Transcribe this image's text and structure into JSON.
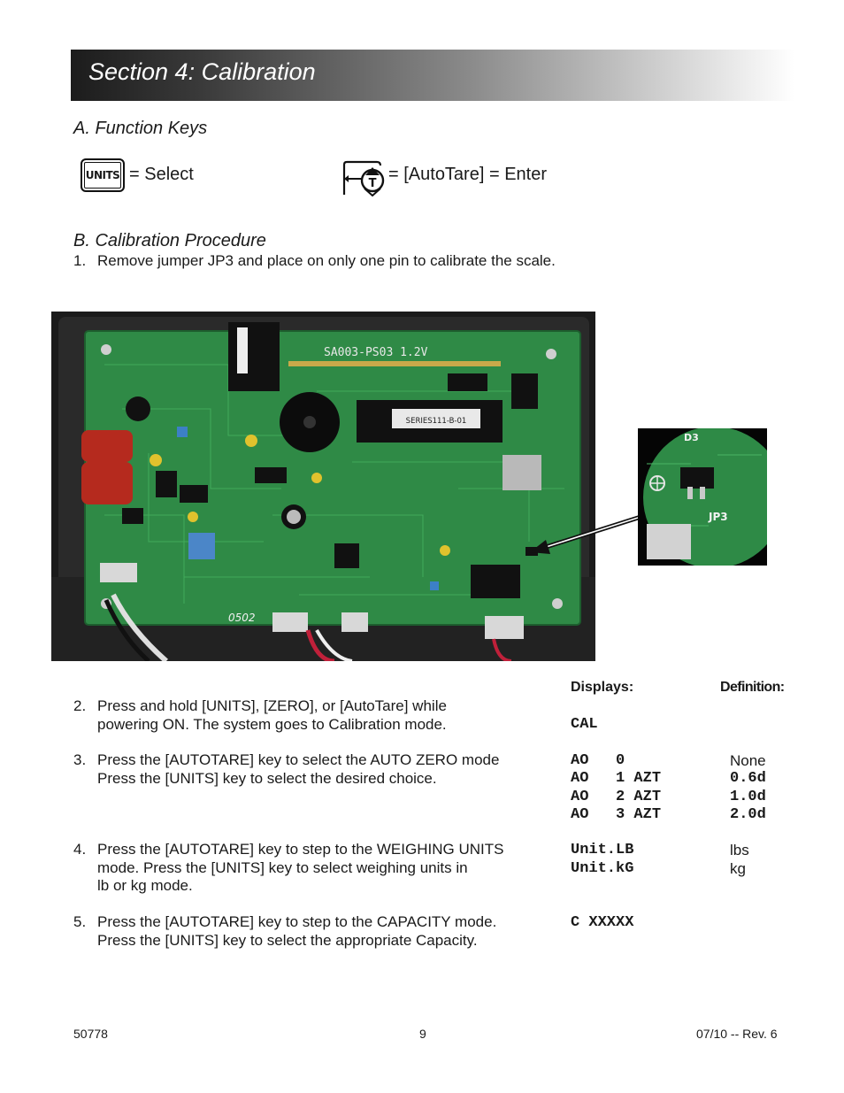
{
  "header": {
    "section_title": "Section 4:  Calibration"
  },
  "function_keys": {
    "heading": "A. Function Keys",
    "units_key_label": "UNITS",
    "units_text": "= Select",
    "autotare_text": "= [AutoTare] = Enter"
  },
  "procedure": {
    "heading": "B. Calibration Procedure",
    "step1": {
      "number": "1.",
      "text": "Remove jumper JP3 and place on only one pin to calibrate the scale."
    }
  },
  "figure": {
    "board_silkscreen": "SA003-PS03  1.2V",
    "chip_label": "SERIES111-B-01",
    "board_id": "0502",
    "zoom_labels": {
      "d3": "D3",
      "jp3": "JP3"
    }
  },
  "table_headers": {
    "displays": "Displays:",
    "definition": "Definition:"
  },
  "steps": [
    {
      "number": "2.",
      "lines": [
        "Press and hold [UNITS], [ZERO], or [AutoTare] while",
        "powering ON.  The system goes to Calibration mode."
      ],
      "displays": [
        "CAL"
      ],
      "definitions": []
    },
    {
      "number": "3.",
      "lines": [
        "Press the [AUTOTARE] key to select the AUTO ZERO mode",
        "Press the [UNITS] key to select the desired choice."
      ],
      "displays": [
        "AO   0",
        "AO   1 AZT",
        "AO   2 AZT",
        "AO   3 AZT"
      ],
      "definitions": [
        "None",
        "0.6d",
        "1.0d",
        "2.0d"
      ]
    },
    {
      "number": "4.",
      "lines": [
        "Press the [AUTOTARE] key to step to the WEIGHING UNITS",
        "mode.  Press the [UNITS] key to select weighing units in",
        "lb or kg mode."
      ],
      "displays": [
        "Unit.LB",
        "Unit.kG"
      ],
      "definitions": [
        "lbs",
        "kg"
      ]
    },
    {
      "number": "5.",
      "lines": [
        "Press the [AUTOTARE] key to step to the CAPACITY mode.",
        "Press the [UNITS] key to select the appropriate Capacity."
      ],
      "displays": [
        "C XXXXX"
      ],
      "definitions": []
    }
  ],
  "footer": {
    "doc_number": "50778",
    "page_number": "9",
    "revision": "07/10 -- Rev. 6"
  }
}
